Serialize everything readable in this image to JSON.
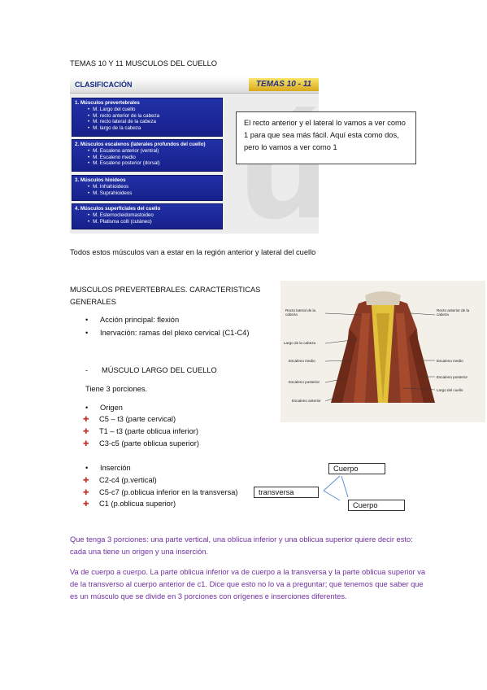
{
  "page_heading": "TEMAS 10 Y 11 MUSCULOS DEL CUELLO",
  "slide": {
    "title": "CLASIFICACIÓN",
    "tag": "TEMAS 10 - 11",
    "watermark": "ú",
    "groups": [
      {
        "heading": "1.  Músculos prevertebrales",
        "items": [
          "M. Largo del cuello",
          "M. recto anterior de la cabeza",
          "M. recto lateral de la cabeza",
          "M. largo de la cabeza"
        ]
      },
      {
        "heading": "2.  Músculos escalenos (laterales profundos del cuello)",
        "items": [
          "M. Escaleno anterior (ventral)",
          "M. Escaleno medio",
          "M. Escaleno posterior (dorsal)"
        ]
      },
      {
        "heading": "3.  Músculos hioideos",
        "items": [
          "M. Infrahioideos",
          "M. Suprahioideos"
        ]
      },
      {
        "heading": "4.  Músculos superficiales del cuello",
        "items": [
          "M. Esternocleidomastoideo",
          "M. Platisma colli (cutáneo)"
        ]
      }
    ]
  },
  "note_box": "El recto anterior y el lateral lo vamos a ver como 1 para que sea más fácil. Aquí esta como dos, pero lo vamos a ver como 1",
  "intro_line": "Todos estos músculos van a estar en la región anterior y lateral del cuello",
  "section_heading": "MUSCULOS PREVERTEBRALES. CARACTERISTICAS GENERALES",
  "general": [
    "Acción principal: flexión",
    "Inervación: ramas del plexo cervical (C1-C4)"
  ],
  "subheading": "MÚSCULO LARGO DEL CUELLO",
  "subheading_marker": "-",
  "portions_line": "Tiene 3 porciones.",
  "origin_label": "Origen",
  "origins": [
    "C5 – t3 (parte cervical)",
    "T1 – t3 (parte oblicua inferior)",
    "C3-c5 (parte oblicua superior)"
  ],
  "insertion_label": "Inserción",
  "insertions": [
    "C2-c4 (p.vertical)",
    "C5-c7 (p.oblicua inferior en la transversa)",
    "C1 (p.oblicua superior)"
  ],
  "diagram": {
    "top": "Cuerpo",
    "left": "transversa",
    "bottom": "Cuerpo"
  },
  "anatomy_labels": {
    "left": [
      "Recto lateral de la cabeza",
      "Largo de la cabeza",
      "Escaleno medio",
      "Escaleno posterior",
      "Escaleno anterior"
    ],
    "right": [
      "Recto anterior de la cabeza",
      "Escaleno medio",
      "Escaleno posterior",
      "Largo del cuello"
    ]
  },
  "note_purple_1": "Que tenga 3 porciones: una parte vertical, una oblicua inferior y una oblicua superior quiere decir esto: cada una tiene un origen y una inserción.",
  "note_purple_2": " Va de cuerpo a cuerpo. La parte oblicua inferior va de cuerpo a la transversa y la parte oblicua superior va de la transverso al cuerpo anterior de c1. Dice que esto no lo va a preguntar; que tenemos que saber que es un músculo que se divide en 3 porciones con orígenes e inserciones diferentes.",
  "colors": {
    "slide_box": "#1c2a9c",
    "slide_title": "#122a86",
    "purple_text": "#7030a0",
    "arrow": "#c8322c"
  }
}
